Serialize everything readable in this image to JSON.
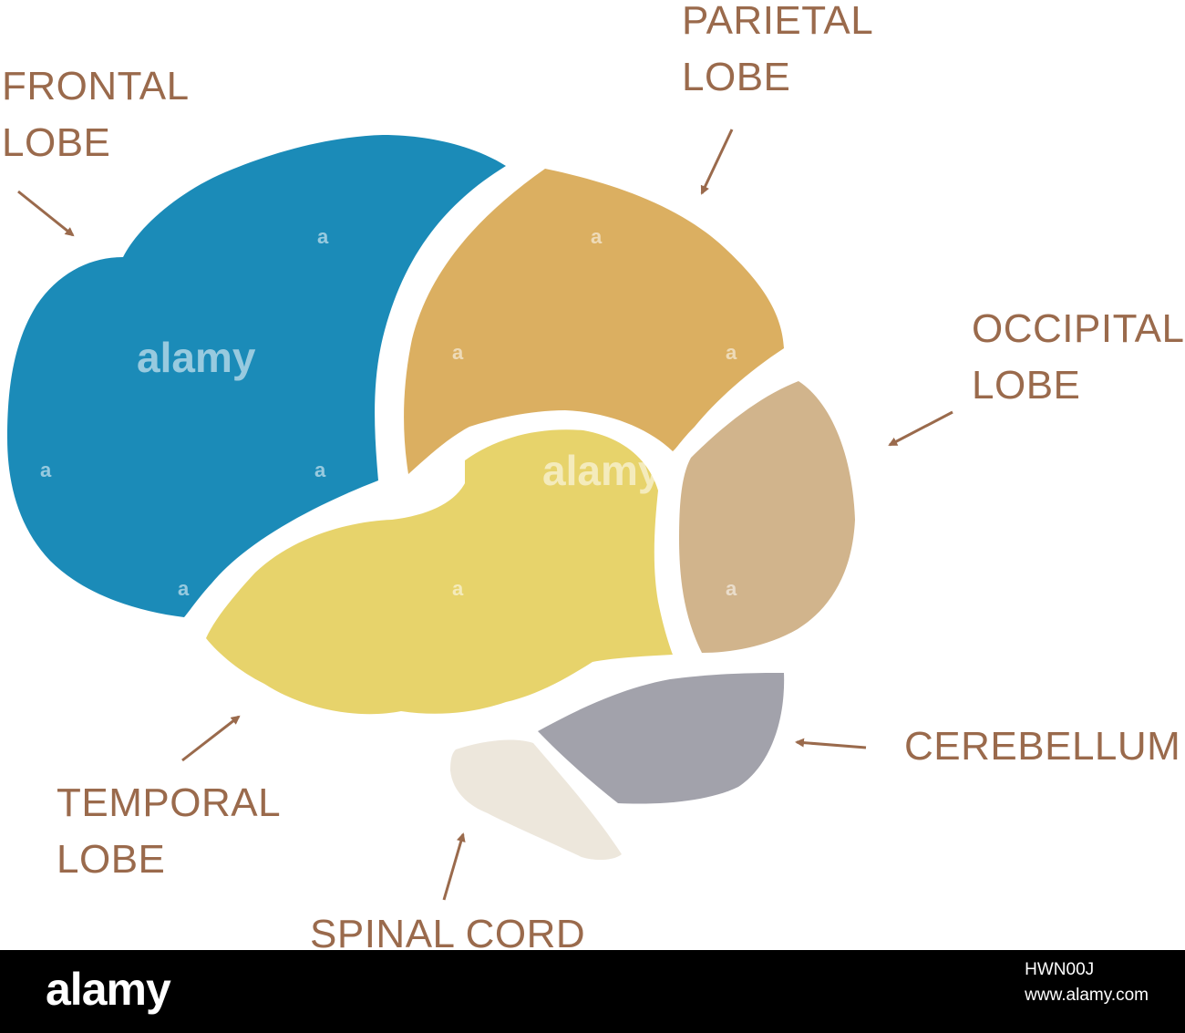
{
  "diagram": {
    "labels": {
      "frontal": [
        "FRONTAL",
        "LOBE"
      ],
      "parietal": [
        "PARIETAL",
        "LOBE"
      ],
      "occipital": [
        "OCCIPITAL",
        "LOBE"
      ],
      "temporal": [
        "TEMPORAL",
        "LOBE"
      ],
      "cerebellum": "CEREBELLUM",
      "spinal_cord": "SPINAL CORD"
    },
    "colors": {
      "frontal": "#1b8bb8",
      "parietal": "#dbaf61",
      "occipital": "#d1b48c",
      "temporal": "#e7d36b",
      "cerebellum": "#a2a2ab",
      "spinal_cord": "#ede7dc",
      "label_text": "#9a6a4c"
    }
  },
  "watermark": {
    "text": "alamy",
    "letter": "a"
  },
  "footer": {
    "logo": "alamy",
    "image_id": "HWN00J",
    "site": "www.alamy.com"
  }
}
